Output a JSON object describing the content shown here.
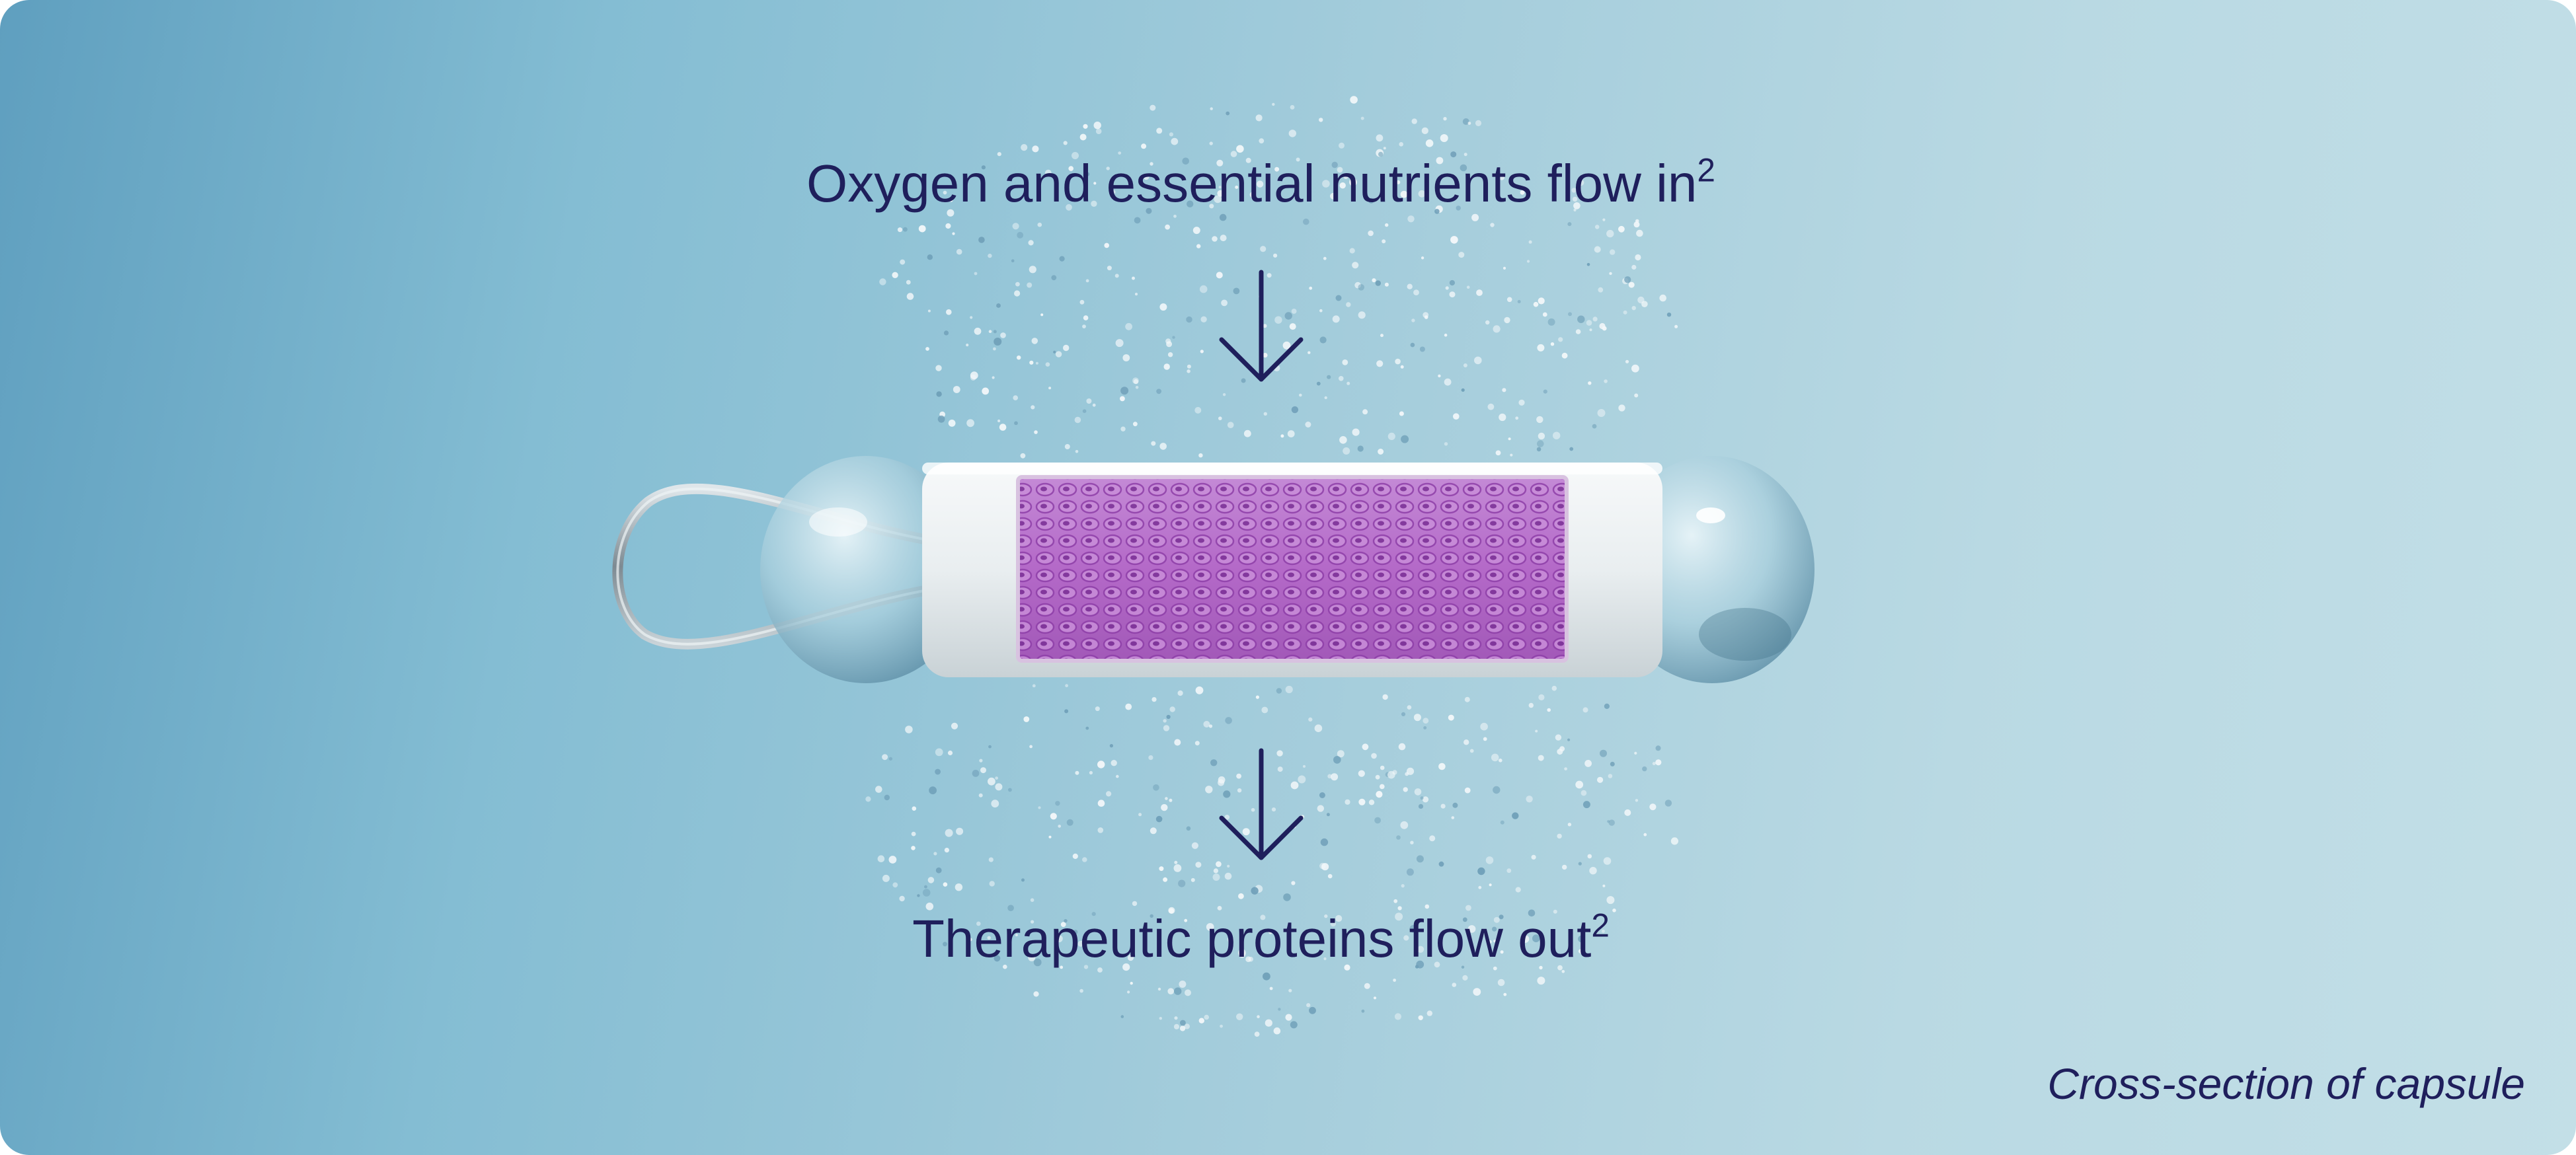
{
  "labels": {
    "inflow": "Oxygen and essential nutrients flow in",
    "inflow_note": "2",
    "outflow": "Therapeutic proteins flow out",
    "outflow_note": "2",
    "caption": "Cross-section of capsule"
  },
  "colors": {
    "text": "#1f1f5c",
    "background_left": "#5f9fbf",
    "background_right": "#c3dfe7",
    "cell_matrix": "#b05fc4"
  },
  "icons": {
    "inflow_arrow": "arrow-down-icon",
    "outflow_arrow": "arrow-down-icon"
  }
}
